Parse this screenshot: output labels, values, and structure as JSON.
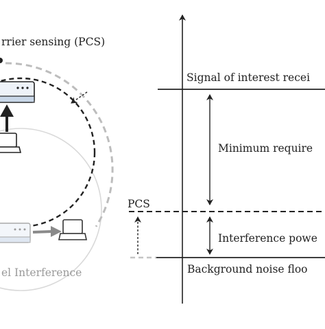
{
  "left_panel": {
    "pcs_label": "rrier sensing (PCS)",
    "interference_label": "el Interference"
  },
  "right_panel": {
    "signal_label": "Signal of interest recei",
    "min_required_label": "Minimum require",
    "pcs_threshold_label": "PCS",
    "interference_power_label": "Interference powe",
    "noise_floor_label": "Background noise floo"
  },
  "colors": {
    "ink": "#222222",
    "grey_dash": "#bdbdbd",
    "light_grey": "#cfcfcf",
    "device_blue": "#c9d7e8",
    "arrow_grey": "#8a8a8a",
    "label_grey": "#9a9a9a"
  },
  "icons": {
    "access_point": "router-icon",
    "laptop": "laptop-icon"
  }
}
